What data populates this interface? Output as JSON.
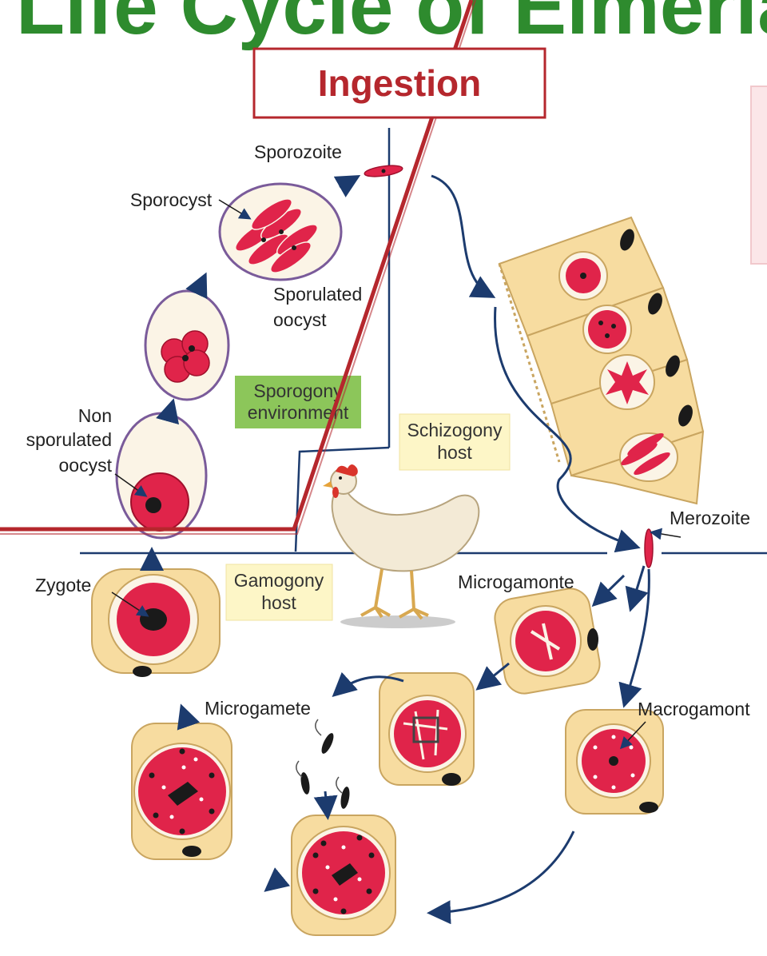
{
  "title": "Life Cycle of Eimeria",
  "callout": {
    "label": "Ingestion"
  },
  "phases": {
    "sporogony": [
      "Sporogony",
      "environment"
    ],
    "schizogony": [
      "Schizogony",
      "host"
    ],
    "gamogony": [
      "Gamogony",
      "host"
    ]
  },
  "stages": {
    "sporozoite": "Sporozoite",
    "sporocyst": "Sporocyst",
    "sporulated_oocyst": [
      "Sporulated",
      "oocyst"
    ],
    "non_sporulated_oocyst": [
      "Non",
      "sporulated",
      "oocyst"
    ],
    "merozoite": "Merozoite",
    "microgamonte": "Microgamonte",
    "macrogamont": "Macrogamont",
    "microgamete": "Microgamete",
    "zygote": "Zygote"
  },
  "colors": {
    "title_green": "#2e8b2e",
    "callout_red": "#b5272d",
    "cell_tan": "#f7dca0",
    "parasite_red": "#e0244a",
    "oocyst_wall": "#7a5b9a",
    "arrow_navy": "#1c3b6e",
    "sporogony_box": "#8cc65a",
    "host_box": "#fdf6c7"
  },
  "icons": [
    "chicken-illustration"
  ]
}
